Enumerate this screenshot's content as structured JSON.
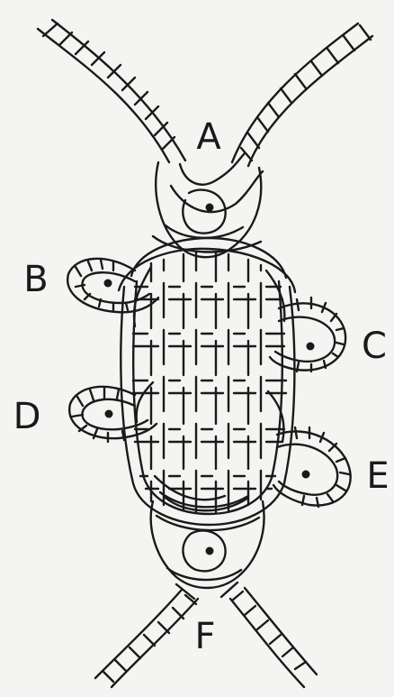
{
  "labels": {
    "a": "A",
    "b": "B",
    "c": "C",
    "d": "D",
    "e": "E",
    "f": "F"
  },
  "colors": {
    "ink": "#1a1a1a",
    "paper": "#f4f4f2"
  }
}
